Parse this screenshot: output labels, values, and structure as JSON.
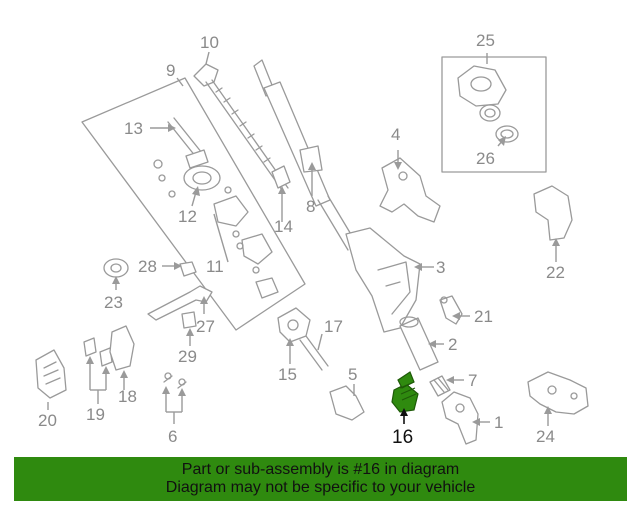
{
  "highlight": {
    "part_number": "16",
    "color": "#2f8a0f"
  },
  "labels": {
    "p1": "1",
    "p2": "2",
    "p3": "3",
    "p4": "4",
    "p5": "5",
    "p6": "6",
    "p7": "7",
    "p8": "8",
    "p9": "9",
    "p10": "10",
    "p11": "11",
    "p12": "12",
    "p13": "13",
    "p14": "14",
    "p15": "15",
    "p16": "16",
    "p17": "17",
    "p18": "18",
    "p19": "19",
    "p20": "20",
    "p21": "21",
    "p22": "22",
    "p23": "23",
    "p24": "24",
    "p25": "25",
    "p26": "26",
    "p27": "27",
    "p28": "28",
    "p29": "29"
  },
  "banner": {
    "line1": "Part or sub-assembly is #16 in diagram",
    "line2": "Diagram may not be specific to your vehicle",
    "background": "#2f8a0f"
  }
}
